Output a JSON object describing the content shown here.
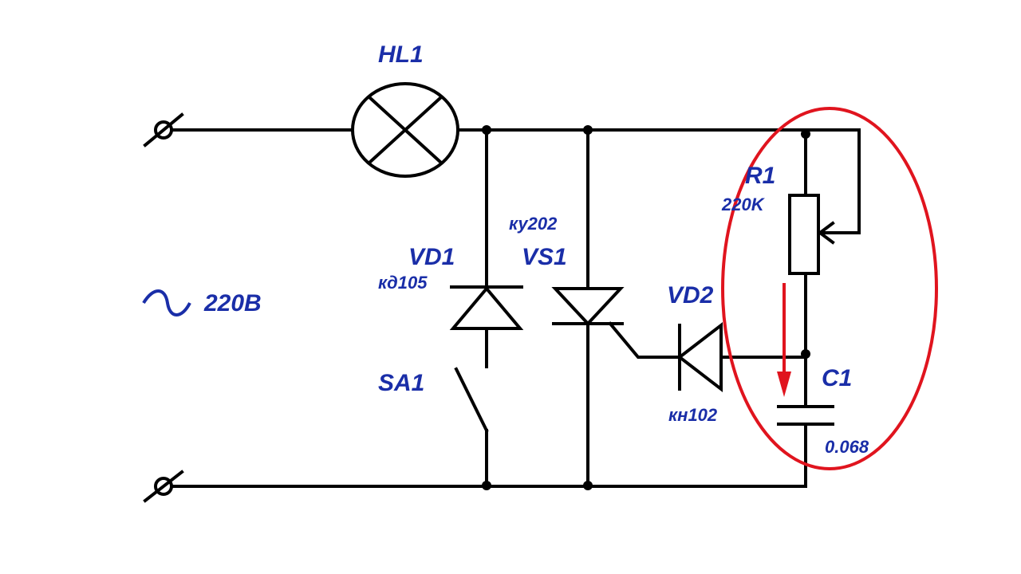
{
  "labels": {
    "hl1": "HL1",
    "r1": "R1",
    "r1_value": "220K",
    "vs1_type": "ку202",
    "vd1": "VD1",
    "vs1": "VS1",
    "vd1_type": "кд105",
    "voltage": "220В",
    "vd2": "VD2",
    "sa1": "SA1",
    "c1": "C1",
    "vd2_type": "кн102",
    "c1_value": "0.068"
  },
  "colors": {
    "wire": "#000000",
    "label": "#1a2ea8",
    "highlight": "#e0141e"
  }
}
